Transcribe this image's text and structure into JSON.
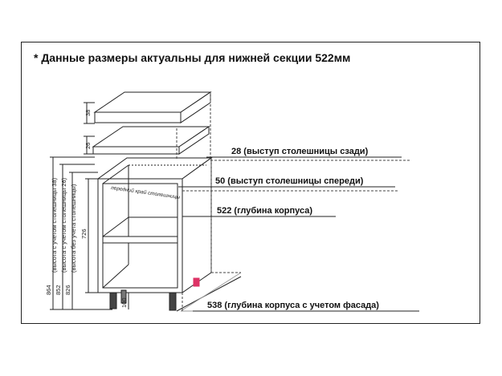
{
  "note": "* Данные размеры актуальны для нижней секции 522мм",
  "dims": {
    "top_thickness": "38",
    "top2_thickness": "26",
    "back_overhang": "28 (выступ столешницы сзади)",
    "front_overhang": "50 (выступ столешницы спереди)",
    "body_depth": "522 (глубина корпуса)",
    "depth_with_facade": "538 (глубина корпуса с учетом фасада)",
    "h864": "864",
    "h864_note": "(высота с учетом столешницы 38)",
    "h852": "852",
    "h852_note": "(высота с учетом столешницы 26)",
    "h826": "826",
    "h826_note": "(высота без учета столешницы)",
    "h726": "726",
    "h100": "100",
    "front_edge": "передний край столешницы"
  }
}
